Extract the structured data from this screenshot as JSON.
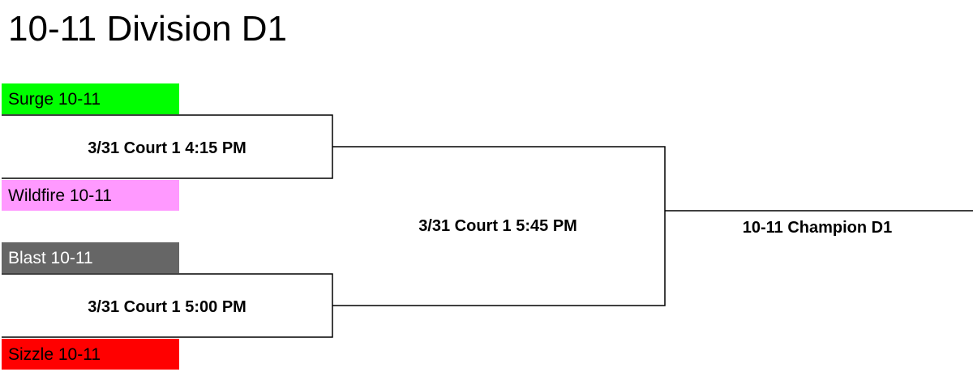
{
  "title": "10-11 Division D1",
  "teams": [
    {
      "name": "Surge 10-11",
      "color": "#00ff00",
      "text_color": "#000000"
    },
    {
      "name": "Wildfire 10-11",
      "color": "#ff99ff",
      "text_color": "#000000"
    },
    {
      "name": "Blast 10-11",
      "color": "#666666",
      "text_color": "#ffffff"
    },
    {
      "name": "Sizzle 10-11",
      "color": "#ff0000",
      "text_color": "#000000"
    }
  ],
  "games": {
    "semi1": "3/31 Court 1 4:15 PM",
    "semi2": "3/31 Court 1 5:00 PM",
    "final": "3/31 Court 1 5:45 PM",
    "champion": "10-11 Champion D1"
  }
}
